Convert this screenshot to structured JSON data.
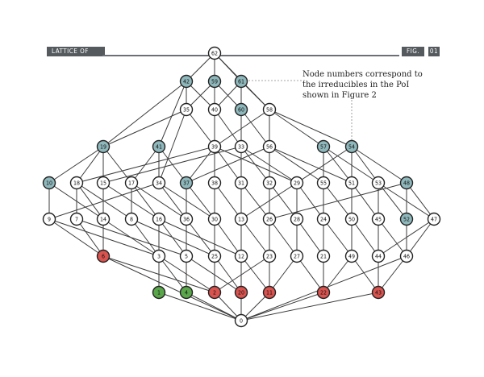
{
  "header": {
    "title": "LATTICE OF EVENTS",
    "fig_label": "FIG.",
    "fig_number": "01"
  },
  "note": {
    "lines": [
      "Node numbers correspond to",
      "the irreducibles in the PoI",
      "shown in Figure 2"
    ]
  },
  "colors": {
    "white": "#ffffff",
    "irreducible_blue": "#8fb8bc",
    "red": "#d9534f",
    "green": "#5aa64a",
    "edge": "#3b3b3b",
    "header_bg": "#555a5e"
  },
  "nodes": [
    {
      "id": "62",
      "label": "62",
      "color": "white"
    },
    {
      "id": "42",
      "label": "42",
      "color": "irreducible_blue"
    },
    {
      "id": "59",
      "label": "59",
      "color": "irreducible_blue"
    },
    {
      "id": "61",
      "label": "61",
      "color": "irreducible_blue"
    },
    {
      "id": "35",
      "label": "35",
      "color": "white"
    },
    {
      "id": "40",
      "label": "40",
      "color": "white"
    },
    {
      "id": "60",
      "label": "60",
      "color": "irreducible_blue"
    },
    {
      "id": "58",
      "label": "58",
      "color": "white"
    },
    {
      "id": "19",
      "label": "19",
      "color": "irreducible_blue"
    },
    {
      "id": "41",
      "label": "41",
      "color": "irreducible_blue"
    },
    {
      "id": "39",
      "label": "39",
      "color": "white"
    },
    {
      "id": "33",
      "label": "33",
      "color": "white"
    },
    {
      "id": "56",
      "label": "56",
      "color": "white"
    },
    {
      "id": "57",
      "label": "57",
      "color": "irreducible_blue"
    },
    {
      "id": "54",
      "label": "54",
      "color": "irreducible_blue"
    },
    {
      "id": "10",
      "label": "10",
      "color": "irreducible_blue"
    },
    {
      "id": "18",
      "label": "18",
      "color": "white"
    },
    {
      "id": "15",
      "label": "15",
      "color": "white"
    },
    {
      "id": "17",
      "label": "17",
      "color": "white"
    },
    {
      "id": "34",
      "label": "34",
      "color": "white"
    },
    {
      "id": "37",
      "label": "37",
      "color": "irreducible_blue"
    },
    {
      "id": "38",
      "label": "38",
      "color": "white"
    },
    {
      "id": "31",
      "label": "31",
      "color": "white"
    },
    {
      "id": "32",
      "label": "32",
      "color": "white"
    },
    {
      "id": "29",
      "label": "29",
      "color": "white"
    },
    {
      "id": "55",
      "label": "55",
      "color": "white"
    },
    {
      "id": "51",
      "label": "51",
      "color": "white"
    },
    {
      "id": "53",
      "label": "53",
      "color": "white"
    },
    {
      "id": "48",
      "label": "48",
      "color": "irreducible_blue"
    },
    {
      "id": "9",
      "label": "9",
      "color": "white"
    },
    {
      "id": "7",
      "label": "7",
      "color": "white"
    },
    {
      "id": "14",
      "label": "14",
      "color": "white"
    },
    {
      "id": "8",
      "label": "8",
      "color": "white"
    },
    {
      "id": "16",
      "label": "16",
      "color": "white"
    },
    {
      "id": "36",
      "label": "36",
      "color": "white"
    },
    {
      "id": "30",
      "label": "30",
      "color": "white"
    },
    {
      "id": "13",
      "label": "13",
      "color": "white"
    },
    {
      "id": "26",
      "label": "26",
      "color": "white"
    },
    {
      "id": "28",
      "label": "28",
      "color": "white"
    },
    {
      "id": "24",
      "label": "24",
      "color": "white"
    },
    {
      "id": "50",
      "label": "50",
      "color": "white"
    },
    {
      "id": "45",
      "label": "45",
      "color": "white"
    },
    {
      "id": "52",
      "label": "52",
      "color": "irreducible_blue"
    },
    {
      "id": "47",
      "label": "47",
      "color": "white"
    },
    {
      "id": "6",
      "label": "6",
      "color": "red"
    },
    {
      "id": "3",
      "label": "3",
      "color": "white"
    },
    {
      "id": "5",
      "label": "5",
      "color": "white"
    },
    {
      "id": "25",
      "label": "25",
      "color": "white"
    },
    {
      "id": "12",
      "label": "12",
      "color": "white"
    },
    {
      "id": "23",
      "label": "23",
      "color": "white"
    },
    {
      "id": "27",
      "label": "27",
      "color": "white"
    },
    {
      "id": "21",
      "label": "21",
      "color": "white"
    },
    {
      "id": "49",
      "label": "49",
      "color": "white"
    },
    {
      "id": "44",
      "label": "44",
      "color": "white"
    },
    {
      "id": "46",
      "label": "46",
      "color": "white"
    },
    {
      "id": "1",
      "label": "1",
      "color": "green"
    },
    {
      "id": "4",
      "label": "4",
      "color": "green"
    },
    {
      "id": "2",
      "label": "2",
      "color": "red"
    },
    {
      "id": "20",
      "label": "20",
      "color": "red"
    },
    {
      "id": "11",
      "label": "11",
      "color": "red"
    },
    {
      "id": "22",
      "label": "22",
      "color": "red"
    },
    {
      "id": "43",
      "label": "43",
      "color": "red"
    },
    {
      "id": "0",
      "label": "0",
      "color": "white"
    }
  ],
  "edges": [
    [
      "62",
      "42"
    ],
    [
      "62",
      "59"
    ],
    [
      "62",
      "61"
    ],
    [
      "62",
      "40"
    ],
    [
      "62",
      "58"
    ],
    [
      "42",
      "35"
    ],
    [
      "42",
      "40"
    ],
    [
      "42",
      "19"
    ],
    [
      "42",
      "41"
    ],
    [
      "59",
      "35"
    ],
    [
      "59",
      "60"
    ],
    [
      "59",
      "40"
    ],
    [
      "61",
      "40"
    ],
    [
      "61",
      "60"
    ],
    [
      "61",
      "58"
    ],
    [
      "61",
      "33"
    ],
    [
      "35",
      "19"
    ],
    [
      "35",
      "39"
    ],
    [
      "35",
      "34"
    ],
    [
      "40",
      "39"
    ],
    [
      "40",
      "33"
    ],
    [
      "60",
      "56"
    ],
    [
      "60",
      "33"
    ],
    [
      "58",
      "56"
    ],
    [
      "58",
      "57"
    ],
    [
      "58",
      "54"
    ],
    [
      "58",
      "39"
    ],
    [
      "19",
      "10"
    ],
    [
      "19",
      "18"
    ],
    [
      "19",
      "15"
    ],
    [
      "19",
      "17"
    ],
    [
      "41",
      "34"
    ],
    [
      "41",
      "37"
    ],
    [
      "41",
      "17"
    ],
    [
      "39",
      "37"
    ],
    [
      "39",
      "38"
    ],
    [
      "39",
      "31"
    ],
    [
      "39",
      "18"
    ],
    [
      "39",
      "29"
    ],
    [
      "33",
      "31"
    ],
    [
      "33",
      "32"
    ],
    [
      "33",
      "29"
    ],
    [
      "33",
      "15"
    ],
    [
      "56",
      "55"
    ],
    [
      "56",
      "51"
    ],
    [
      "56",
      "32"
    ],
    [
      "56",
      "37"
    ],
    [
      "57",
      "55"
    ],
    [
      "57",
      "51"
    ],
    [
      "57",
      "53"
    ],
    [
      "54",
      "53"
    ],
    [
      "54",
      "48"
    ],
    [
      "54",
      "51"
    ],
    [
      "54",
      "29"
    ],
    [
      "10",
      "9"
    ],
    [
      "10",
      "14"
    ],
    [
      "18",
      "7"
    ],
    [
      "18",
      "14"
    ],
    [
      "18",
      "8"
    ],
    [
      "15",
      "14"
    ],
    [
      "15",
      "16"
    ],
    [
      "17",
      "8"
    ],
    [
      "17",
      "16"
    ],
    [
      "17",
      "36"
    ],
    [
      "34",
      "9"
    ],
    [
      "34",
      "36"
    ],
    [
      "34",
      "30"
    ],
    [
      "37",
      "36"
    ],
    [
      "37",
      "30"
    ],
    [
      "38",
      "30"
    ],
    [
      "38",
      "13"
    ],
    [
      "31",
      "13"
    ],
    [
      "31",
      "26"
    ],
    [
      "32",
      "26"
    ],
    [
      "32",
      "28"
    ],
    [
      "29",
      "28"
    ],
    [
      "29",
      "24"
    ],
    [
      "29",
      "13"
    ],
    [
      "55",
      "24"
    ],
    [
      "55",
      "50"
    ],
    [
      "51",
      "50"
    ],
    [
      "51",
      "45"
    ],
    [
      "53",
      "45"
    ],
    [
      "53",
      "52"
    ],
    [
      "53",
      "47"
    ],
    [
      "48",
      "52"
    ],
    [
      "48",
      "47"
    ],
    [
      "48",
      "26"
    ],
    [
      "9",
      "6"
    ],
    [
      "9",
      "3"
    ],
    [
      "7",
      "6"
    ],
    [
      "7",
      "5"
    ],
    [
      "14",
      "6"
    ],
    [
      "14",
      "3"
    ],
    [
      "8",
      "3"
    ],
    [
      "8",
      "25"
    ],
    [
      "16",
      "3"
    ],
    [
      "16",
      "5"
    ],
    [
      "16",
      "12"
    ],
    [
      "36",
      "5"
    ],
    [
      "36",
      "25"
    ],
    [
      "30",
      "25"
    ],
    [
      "30",
      "12"
    ],
    [
      "13",
      "12"
    ],
    [
      "13",
      "23"
    ],
    [
      "26",
      "23"
    ],
    [
      "26",
      "27"
    ],
    [
      "28",
      "27"
    ],
    [
      "28",
      "21"
    ],
    [
      "24",
      "21"
    ],
    [
      "24",
      "49"
    ],
    [
      "50",
      "49"
    ],
    [
      "50",
      "44"
    ],
    [
      "45",
      "44"
    ],
    [
      "45",
      "46"
    ],
    [
      "52",
      "46"
    ],
    [
      "47",
      "44"
    ],
    [
      "47",
      "46"
    ],
    [
      "6",
      "2"
    ],
    [
      "6",
      "0"
    ],
    [
      "3",
      "1"
    ],
    [
      "3",
      "4"
    ],
    [
      "3",
      "2"
    ],
    [
      "5",
      "4"
    ],
    [
      "5",
      "20"
    ],
    [
      "25",
      "2"
    ],
    [
      "25",
      "20"
    ],
    [
      "12",
      "20"
    ],
    [
      "12",
      "11"
    ],
    [
      "23",
      "11"
    ],
    [
      "23",
      "2"
    ],
    [
      "27",
      "11"
    ],
    [
      "27",
      "22"
    ],
    [
      "21",
      "22"
    ],
    [
      "49",
      "22"
    ],
    [
      "49",
      "43"
    ],
    [
      "44",
      "43"
    ],
    [
      "46",
      "43"
    ],
    [
      "46",
      "0"
    ],
    [
      "1",
      "0"
    ],
    [
      "4",
      "0"
    ],
    [
      "2",
      "0"
    ],
    [
      "20",
      "0"
    ],
    [
      "11",
      "0"
    ],
    [
      "22",
      "0"
    ],
    [
      "43",
      "0"
    ]
  ]
}
